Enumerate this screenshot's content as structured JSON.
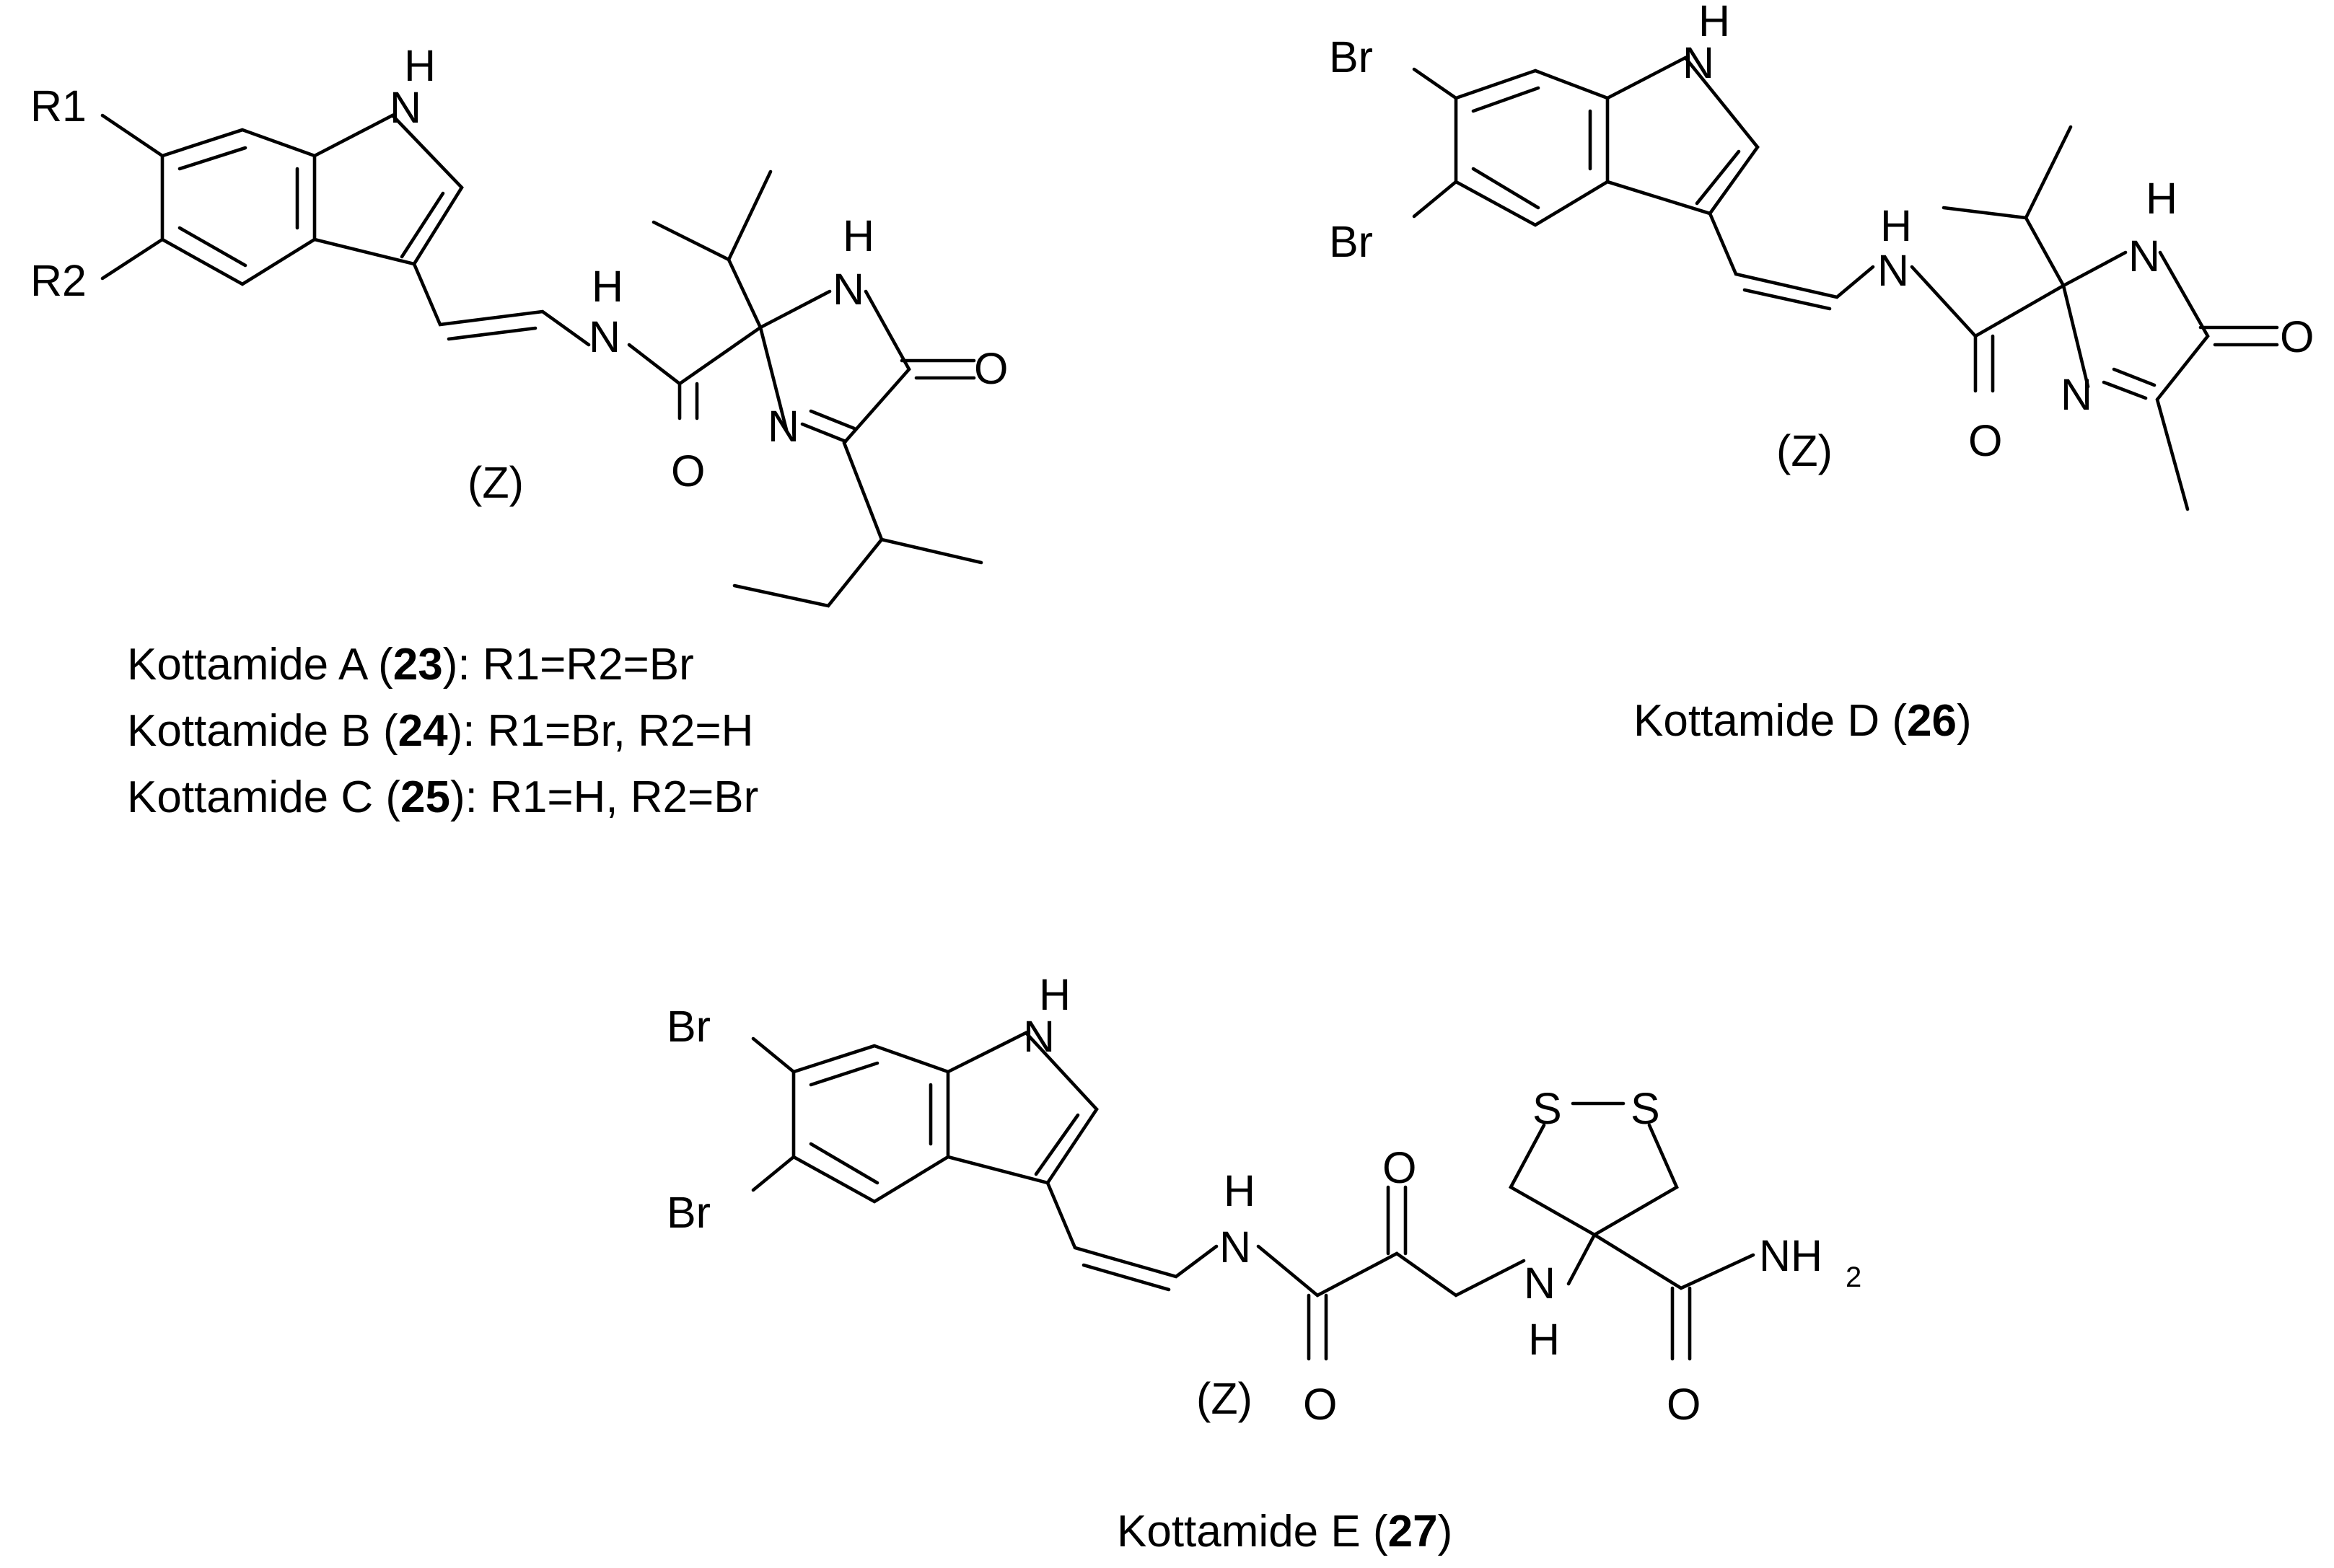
{
  "atom_labels": {
    "R1": "R1",
    "R2": "R2",
    "Br": "Br",
    "H": "H",
    "N": "N",
    "O": "O",
    "S": "S",
    "NH": "NH",
    "NH2_main": "NH",
    "NH2_sub": "2",
    "Z": "(Z)"
  },
  "captions": {
    "a_name": "Kottamide A (",
    "a_num": "23",
    "a_tail": "): R1=R2=Br",
    "b_name": "Kottamide B (",
    "b_num": "24",
    "b_tail": "): R1=Br, R2=H",
    "c_name": "Kottamide C (",
    "c_num": "25",
    "c_tail": "): R1=H, R2=Br",
    "d_name": "Kottamide D (",
    "d_num": "26",
    "d_tail": ")",
    "e_name": "Kottamide E (",
    "e_num": "27",
    "e_tail": ")"
  }
}
